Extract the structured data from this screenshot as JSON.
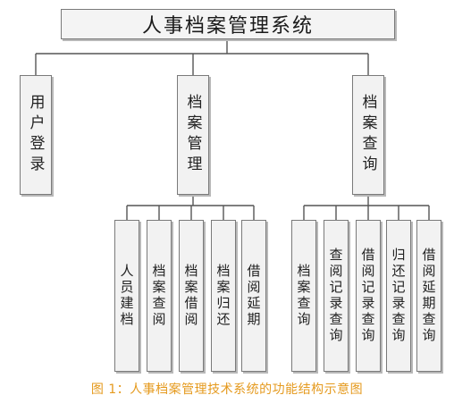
{
  "diagram": {
    "root": "人事档案管理系统",
    "level1": [
      {
        "label": "用户登录"
      },
      {
        "label": "档案管理",
        "children": [
          "人员建档",
          "档案查阅",
          "档案借阅",
          "档案归还",
          "借阅延期"
        ]
      },
      {
        "label": "档案查询",
        "children": [
          "档案查询",
          "查阅记录查询",
          "借阅记录查询",
          "归还记录查询",
          "借阅延期查询"
        ]
      }
    ]
  },
  "caption": "图 1：人事档案管理技术系统的功能结构示意图"
}
